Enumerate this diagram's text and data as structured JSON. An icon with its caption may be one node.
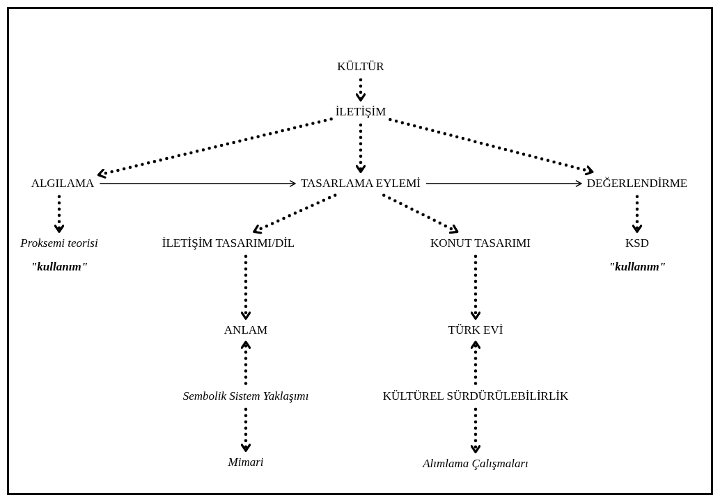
{
  "diagram": {
    "nodes": [
      {
        "text": [
          "KÜLTÜR"
        ]
      },
      {
        "text": [
          "İLETİŞİM"
        ]
      },
      {
        "text": [
          "ALGILAMA"
        ]
      },
      {
        "text": [
          "TASARLAMA EYLEMİ"
        ]
      },
      {
        "text": [
          "DEĞERLENDİRME"
        ]
      },
      {
        "text": [
          "Proksemi teorisi"
        ],
        "beside": [
          "\"kullanım\""
        ]
      },
      {
        "text": [
          "İLETİŞİM TASARIMI/DİL"
        ]
      },
      {
        "text": [
          "KONUT TASARIMI"
        ]
      },
      {
        "text": [
          "KSD"
        ],
        "beside": [
          "\"kullanım\""
        ]
      },
      {
        "text": [
          "ANLAM"
        ]
      },
      {
        "text": [
          "TÜRK EVİ"
        ]
      },
      {
        "text": [
          "Sembolik Sistem Yaklaşımı"
        ]
      },
      {
        "text": [
          "KÜLTÜREL SÜRDÜRÜLEBİLİRLİK"
        ]
      },
      {
        "text": [
          "Mimari"
        ]
      },
      {
        "text": [
          "Alımlama Çalışmaları"
        ]
      }
    ],
    "edges": [
      {
        "from": 0,
        "to": 1,
        "arrow": "to",
        "style": "dashed"
      },
      {
        "from": 1,
        "to": 2,
        "arrow": "to",
        "style": "dashed"
      },
      {
        "from": 1,
        "to": 3,
        "arrow": "to",
        "style": "dashed"
      },
      {
        "from": 1,
        "to": 4,
        "arrow": "to",
        "style": "dashed"
      },
      {
        "from": 2,
        "to": 3,
        "arrow": "to"
      },
      {
        "from": 3,
        "to": 4,
        "arrow": "to"
      },
      {
        "from": 2,
        "to": 5,
        "arrow": "to",
        "style": "dashed"
      },
      {
        "from": 3,
        "to": 6,
        "arrow": "to",
        "style": "dashed"
      },
      {
        "from": 3,
        "to": 7,
        "arrow": "to",
        "style": "dashed"
      },
      {
        "from": 4,
        "to": 8,
        "arrow": "to",
        "style": "dashed"
      },
      {
        "from": 6,
        "to": 9,
        "arrow": "to",
        "style": "dashed"
      },
      {
        "from": 7,
        "to": 10,
        "arrow": "to",
        "style": "dashed"
      },
      {
        "from": 11,
        "to": 9,
        "arrow": "to",
        "style": "dashed"
      },
      {
        "from": 11,
        "to": 13,
        "arrow": "to",
        "style": "dashed"
      },
      {
        "from": 12,
        "to": 10,
        "arrow": "to",
        "style": "dashed"
      },
      {
        "from": 12,
        "to": 14,
        "arrow": "to",
        "style": "dashed"
      }
    ]
  }
}
